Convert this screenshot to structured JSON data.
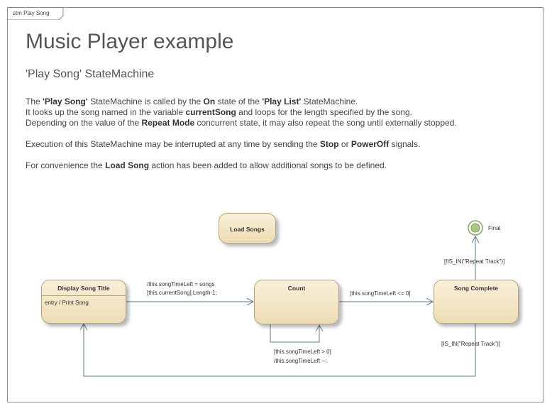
{
  "frame": {
    "label": "stm Play Song"
  },
  "title": "Music Player example",
  "subtitle": "'Play Song' StateMachine",
  "description": {
    "line1": {
      "a": "The ",
      "b": "'Play Song'",
      "c": " StateMachine is called by the ",
      "d": "On",
      "e": " state of the ",
      "f": "'Play List'",
      "g": " StateMachine."
    },
    "line2": {
      "a": "It looks up the song named in the variable ",
      "b": "currentSong",
      "c": " and loops for the length specified by the song."
    },
    "line3": {
      "a": "Depending on the value of the ",
      "b": "Repeat Mode",
      "c": " concurrent state, it may also repeat the song until externally stopped."
    },
    "line4": {
      "a": "Execution of this StateMachine may be interrupted at any time by sending the ",
      "b": "Stop",
      "c": " or ",
      "d": "PowerOff",
      "e": " signals."
    },
    "line5": {
      "a": "For convenience the ",
      "b": "Load Song",
      "c": " action has been added to allow additional songs to be defined."
    }
  },
  "states": {
    "load_songs": {
      "name": "Load Songs"
    },
    "display_song_title": {
      "name": "Display Song Title",
      "action": "entry / Print Song"
    },
    "count": {
      "name": "Count"
    },
    "song_complete": {
      "name": "Song Complete"
    },
    "final": {
      "name": "Final"
    }
  },
  "transitions": {
    "display_to_count": {
      "line1": "/this.songTimeLeft = songs",
      "line2": "[this.currentSong].Length-1;"
    },
    "count_self": {
      "line1": "[this.songTimeLeft > 0]",
      "line2": "/this.songTimeLeft --;"
    },
    "count_to_complete": {
      "label": "[this.songTimeLeft <= 0]"
    },
    "complete_to_final": {
      "label": "[!IS_IN(\"Repeat Track\")]"
    },
    "complete_to_display": {
      "label": "[IS_IN(\"Repeat Track\")]"
    }
  },
  "colors": {
    "state_fill_top": "#f9f0da",
    "state_fill_bottom": "#eddcb4",
    "state_border": "#b9a37a",
    "edge": "#5a7a8c",
    "final_fill": "#a9c97f"
  }
}
